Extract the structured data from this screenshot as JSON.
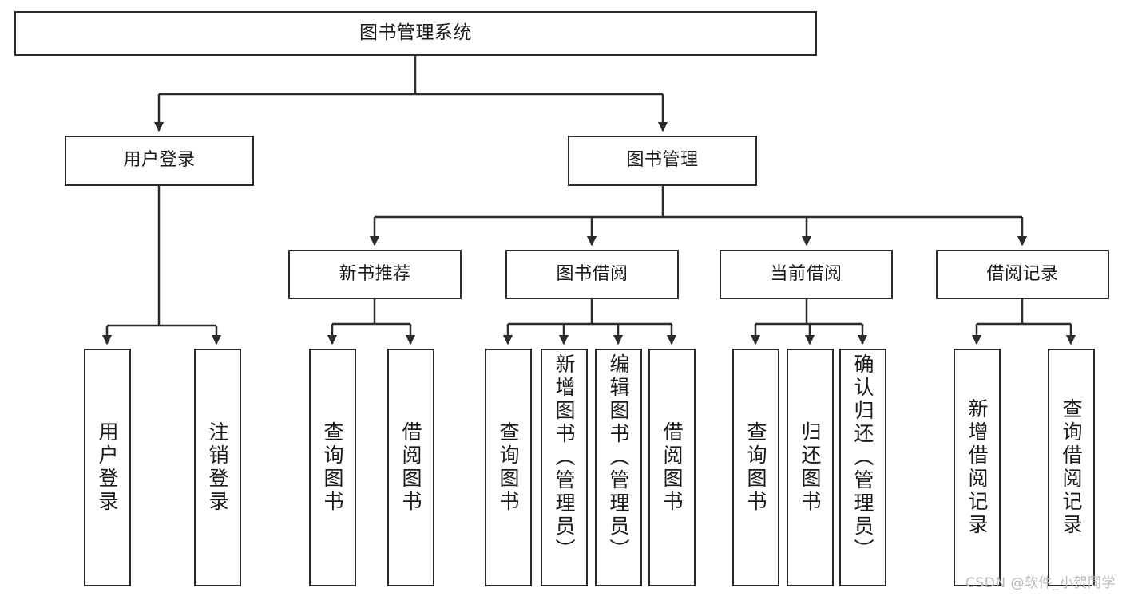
{
  "diagram": {
    "title": "图书管理系统",
    "type": "hierarchy-tree",
    "watermark": "CSDN @软件_小贺同学",
    "colors": {
      "stroke": "#2b2b2b",
      "fill": "#ffffff",
      "text": "#1a1a1a",
      "watermark": "#b9b9b9"
    },
    "nodes": {
      "root": {
        "label": "图书管理系统"
      },
      "level2": [
        {
          "label": "用户登录"
        },
        {
          "label": "图书管理"
        }
      ],
      "level3": [
        {
          "label": "新书推荐"
        },
        {
          "label": "图书借阅"
        },
        {
          "label": "当前借阅"
        },
        {
          "label": "借阅记录"
        }
      ],
      "leaves": {
        "user_login": [
          {
            "label": "用户登录"
          },
          {
            "label": "注销登录"
          }
        ],
        "new_book_recommend": [
          {
            "label": "查询图书"
          },
          {
            "label": "借阅图书"
          }
        ],
        "book_borrow": [
          {
            "label": "查询图书"
          },
          {
            "label": "新增图书（管理员）"
          },
          {
            "label": "编辑图书（管理员）"
          },
          {
            "label": "借阅图书"
          }
        ],
        "current_borrow": [
          {
            "label": "查询图书"
          },
          {
            "label": "归还图书"
          },
          {
            "label": "确认归还（管理员）"
          }
        ],
        "borrow_record": [
          {
            "label": "新增借阅记录"
          },
          {
            "label": "查询借阅记录"
          }
        ]
      }
    }
  }
}
